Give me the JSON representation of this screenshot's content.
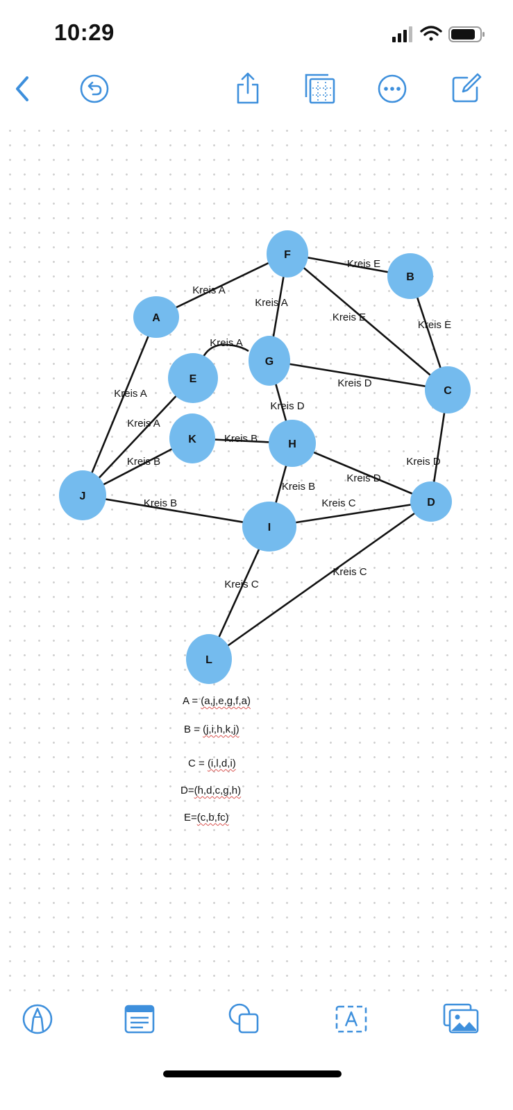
{
  "status": {
    "time": "10:29"
  },
  "icons": {
    "back": "chevron-left-icon",
    "undo": "undo-icon",
    "share": "share-icon",
    "grid": "grid-view-icon",
    "more": "more-icon",
    "compose": "compose-icon",
    "pen": "pen-icon",
    "text_box": "text-box-icon",
    "shapes": "shapes-icon",
    "text": "text-icon",
    "media": "photo-icon"
  },
  "colors": {
    "accent": "#3d8fdc",
    "node": "#74bbee",
    "edge": "#111111",
    "dot": "#cfcfcf"
  },
  "graph": {
    "nodes": [
      {
        "id": "F",
        "label": "F"
      },
      {
        "id": "B",
        "label": "B"
      },
      {
        "id": "A",
        "label": "A"
      },
      {
        "id": "G",
        "label": "G"
      },
      {
        "id": "E",
        "label": "E"
      },
      {
        "id": "C",
        "label": "C"
      },
      {
        "id": "K",
        "label": "K"
      },
      {
        "id": "H",
        "label": "H"
      },
      {
        "id": "J",
        "label": "J"
      },
      {
        "id": "D",
        "label": "D"
      },
      {
        "id": "I",
        "label": "I"
      },
      {
        "id": "L",
        "label": "L"
      }
    ],
    "edges": [
      {
        "from": "A",
        "to": "F",
        "label": "Kreis A"
      },
      {
        "from": "F",
        "to": "G",
        "label": "Kreis A"
      },
      {
        "from": "G",
        "to": "E",
        "label": "Kreis A"
      },
      {
        "from": "A",
        "to": "J",
        "label": "Kreis A"
      },
      {
        "from": "E",
        "to": "J",
        "label": "Kreis A"
      },
      {
        "from": "F",
        "to": "B",
        "label": "Kreis E"
      },
      {
        "from": "B",
        "to": "C",
        "label": "Kreis E"
      },
      {
        "from": "F",
        "to": "C",
        "label": "Kreis E"
      },
      {
        "from": "G",
        "to": "C",
        "label": "Kreis D"
      },
      {
        "from": "G",
        "to": "H",
        "label": "Kreis D"
      },
      {
        "from": "C",
        "to": "D",
        "label": "Kreis D"
      },
      {
        "from": "H",
        "to": "D",
        "label": "Kreis D"
      },
      {
        "from": "K",
        "to": "H",
        "label": "Kreis B"
      },
      {
        "from": "K",
        "to": "J",
        "label": "Kreis B"
      },
      {
        "from": "J",
        "to": "I",
        "label": "Kreis B"
      },
      {
        "from": "H",
        "to": "I",
        "label": "Kreis B"
      },
      {
        "from": "I",
        "to": "D",
        "label": "Kreis C"
      },
      {
        "from": "I",
        "to": "L",
        "label": "Kreis C"
      },
      {
        "from": "L",
        "to": "D",
        "label": "Kreis C"
      }
    ]
  },
  "legend": [
    {
      "prefix": "A = ",
      "value": "(a,j,e,g,f,a)"
    },
    {
      "prefix": "B = ",
      "value": "(j,i,h,k,j)"
    },
    {
      "prefix": "C = ",
      "value": "(i,l,d,i)"
    },
    {
      "prefix": "D=",
      "value": "(h,d,c,g,h)"
    },
    {
      "prefix": "E=",
      "value": "(c,b,fc)"
    }
  ]
}
